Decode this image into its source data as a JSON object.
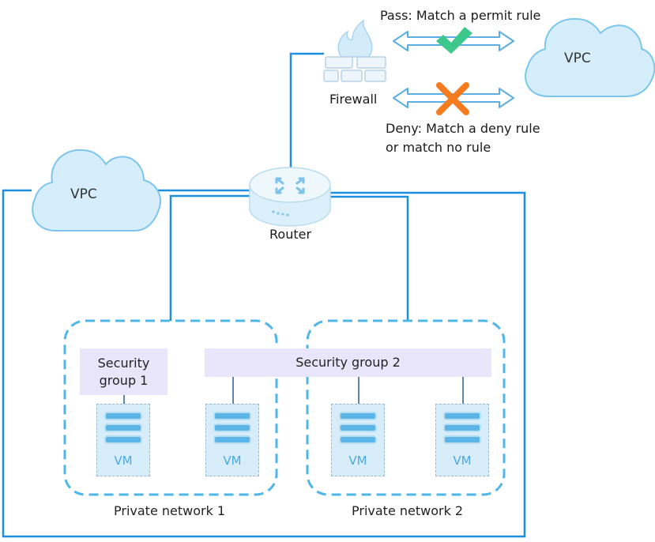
{
  "firewall": {
    "label": "Firewall"
  },
  "router": {
    "label": "Router"
  },
  "vpc_left": {
    "label": "VPC"
  },
  "vpc_right": {
    "label": "VPC"
  },
  "pass_rule": {
    "label": "Pass: Match a permit rule"
  },
  "deny_rule": {
    "line1": "Deny: Match a deny rule",
    "line2": "or match no rule"
  },
  "security_groups": [
    {
      "label": "Security group 1"
    },
    {
      "label": "Security group 2"
    }
  ],
  "vms": [
    {
      "label": "VM"
    },
    {
      "label": "VM"
    },
    {
      "label": "VM"
    },
    {
      "label": "VM"
    }
  ],
  "networks": [
    {
      "label": "Private network 1"
    },
    {
      "label": "Private network 2"
    }
  ],
  "colors": {
    "line": "#1a8fe0",
    "dashed_border": "#4fb6e8",
    "cloud_fill": "#d6eefb",
    "cloud_stroke": "#7cc6ee",
    "pass_check": "#3cc88a",
    "deny_cross": "#f57b1f",
    "security_group_fill": "#e9e5fb"
  }
}
